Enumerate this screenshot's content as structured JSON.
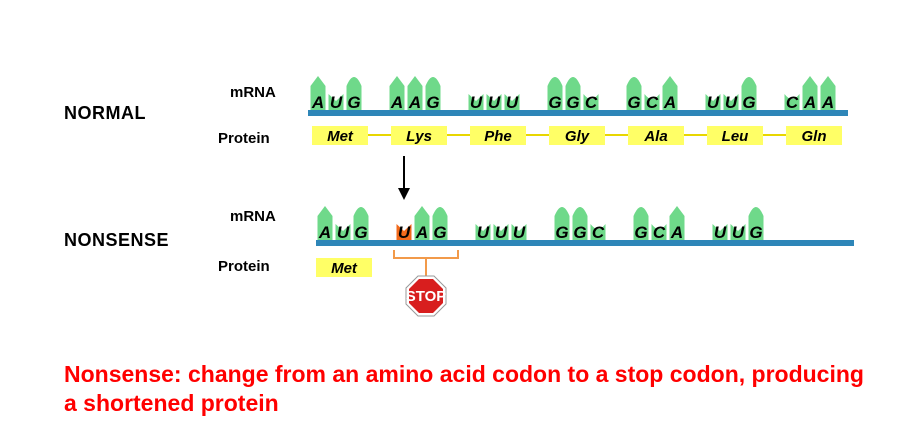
{
  "rows": {
    "normal": {
      "label": "NORMAL",
      "mrna_label": "mRNA",
      "protein_label": "Protein"
    },
    "nonsense": {
      "label": "NONSENSE",
      "mrna_label": "mRNA",
      "protein_label": "Protein"
    }
  },
  "normal_codons": [
    [
      "A",
      "U",
      "G"
    ],
    [
      "A",
      "A",
      "G"
    ],
    [
      "U",
      "U",
      "U"
    ],
    [
      "G",
      "G",
      "C"
    ],
    [
      "G",
      "C",
      "A"
    ],
    [
      "U",
      "U",
      "G"
    ],
    [
      "C",
      "A",
      "A"
    ]
  ],
  "normal_protein": [
    "Met",
    "Lys",
    "Phe",
    "Gly",
    "Ala",
    "Leu",
    "Gln"
  ],
  "nonsense_codons": [
    [
      "A",
      "U",
      "G"
    ],
    [
      "U",
      "A",
      "G"
    ],
    [
      "U",
      "U",
      "U"
    ],
    [
      "G",
      "G",
      "C"
    ],
    [
      "G",
      "C",
      "A"
    ],
    [
      "U",
      "U",
      "G"
    ]
  ],
  "nonsense_protein": [
    "Met"
  ],
  "stop_sign": "STOP",
  "caption": "Nonsense: change from an amino acid codon to a stop codon, producing a shortened protein",
  "colors": {
    "nucleotide": "#6fd98a",
    "mutant": "#f26a1b",
    "backbone": "#2e86b8",
    "protein": "#ffff66",
    "stop": "#d81e1e",
    "caption": "#ff0000"
  }
}
